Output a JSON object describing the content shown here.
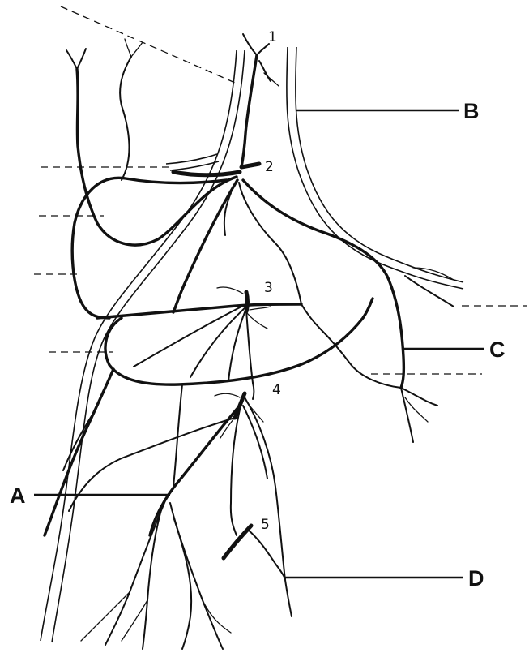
{
  "diagram": {
    "numbers": [
      "1",
      "2",
      "3",
      "4",
      "5"
    ],
    "letters": {
      "a": "A",
      "b": "B",
      "c": "C",
      "d": "D"
    },
    "colors": {
      "ink": "#111111",
      "background": "#ffffff"
    }
  }
}
